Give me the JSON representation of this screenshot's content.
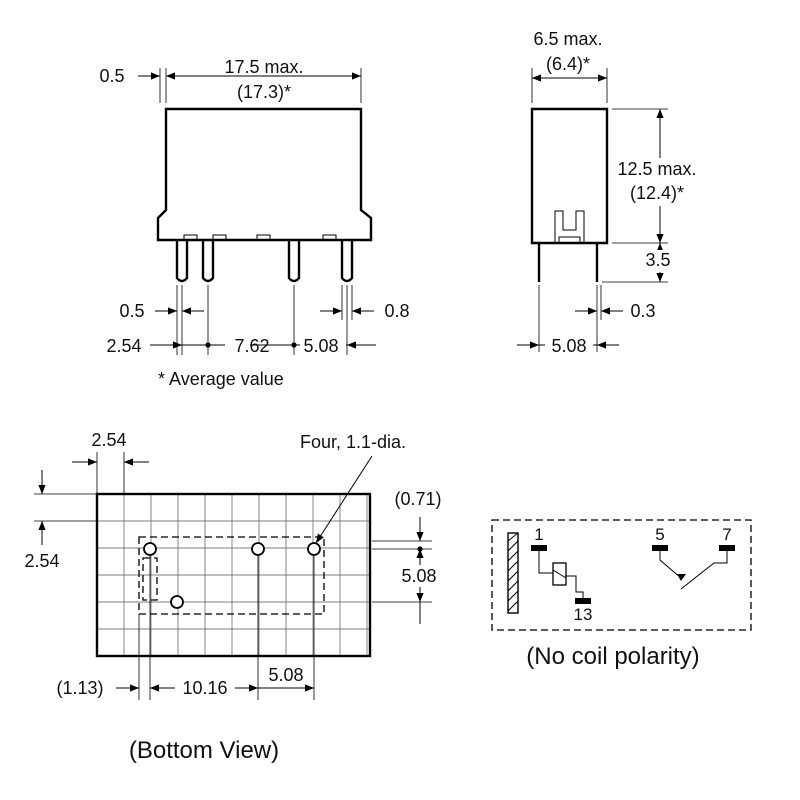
{
  "front_view": {
    "width_max": "17.5 max.",
    "width_avg": "(17.3)*",
    "offset_top": "0.5",
    "pin_width": "0.5",
    "pin_width_right": "0.8",
    "pitch_left": "2.54",
    "pitch_mid": "7.62",
    "pitch_right": "5.08"
  },
  "note": "* Average value",
  "side_view": {
    "width_max": "6.5 max.",
    "width_avg": "(6.4)*",
    "height_max": "12.5 max.",
    "height_avg": "(12.4)*",
    "pin_length": "3.5",
    "pin_thickness": "0.3",
    "pin_pitch": "5.08"
  },
  "bottom_view": {
    "hole_note": "Four, 1.1-dia.",
    "grid_pitch_top": "2.54",
    "grid_pitch_left": "2.54",
    "offset_top_right": "(0.71)",
    "pitch_right": "5.08",
    "offset_left": "(1.13)",
    "pitch_bottom_mid": "10.16",
    "pitch_bottom_right": "5.08",
    "caption": "(Bottom View)"
  },
  "schematic": {
    "pin_1": "1",
    "pin_13": "13",
    "pin_5": "5",
    "pin_7": "7",
    "caption": "(No coil polarity)"
  }
}
